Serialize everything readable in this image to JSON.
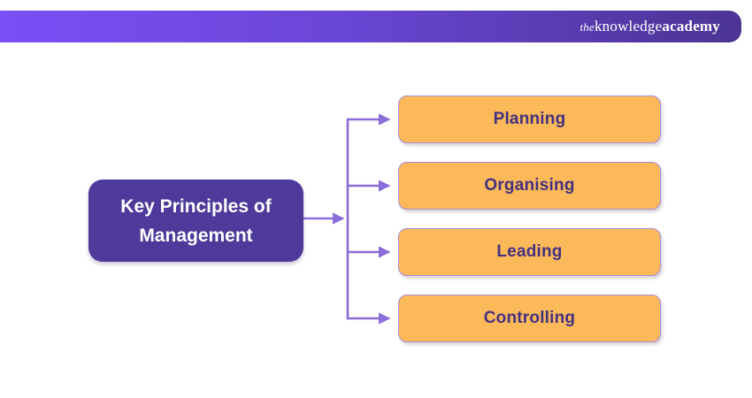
{
  "header": {
    "logo": {
      "the": "the",
      "knowledge": "knowledge",
      "academy": "academy"
    }
  },
  "diagram": {
    "root": {
      "lines": [
        "Key Principles of",
        "Management"
      ]
    },
    "principles": [
      {
        "label": "Planning"
      },
      {
        "label": "Organising"
      },
      {
        "label": "Leading"
      },
      {
        "label": "Controlling"
      }
    ]
  },
  "colors": {
    "header_gradient_start": "#7C4EF6",
    "header_gradient_end": "#4B3494",
    "root_box_fill": "#4E3A9B",
    "root_box_text": "#FFFFFF",
    "principle_fill": "#FBB95A",
    "principle_border": "#A58BD8",
    "principle_text": "#443180",
    "connector": "#8A6DD8",
    "background": "#FFFFFF"
  }
}
